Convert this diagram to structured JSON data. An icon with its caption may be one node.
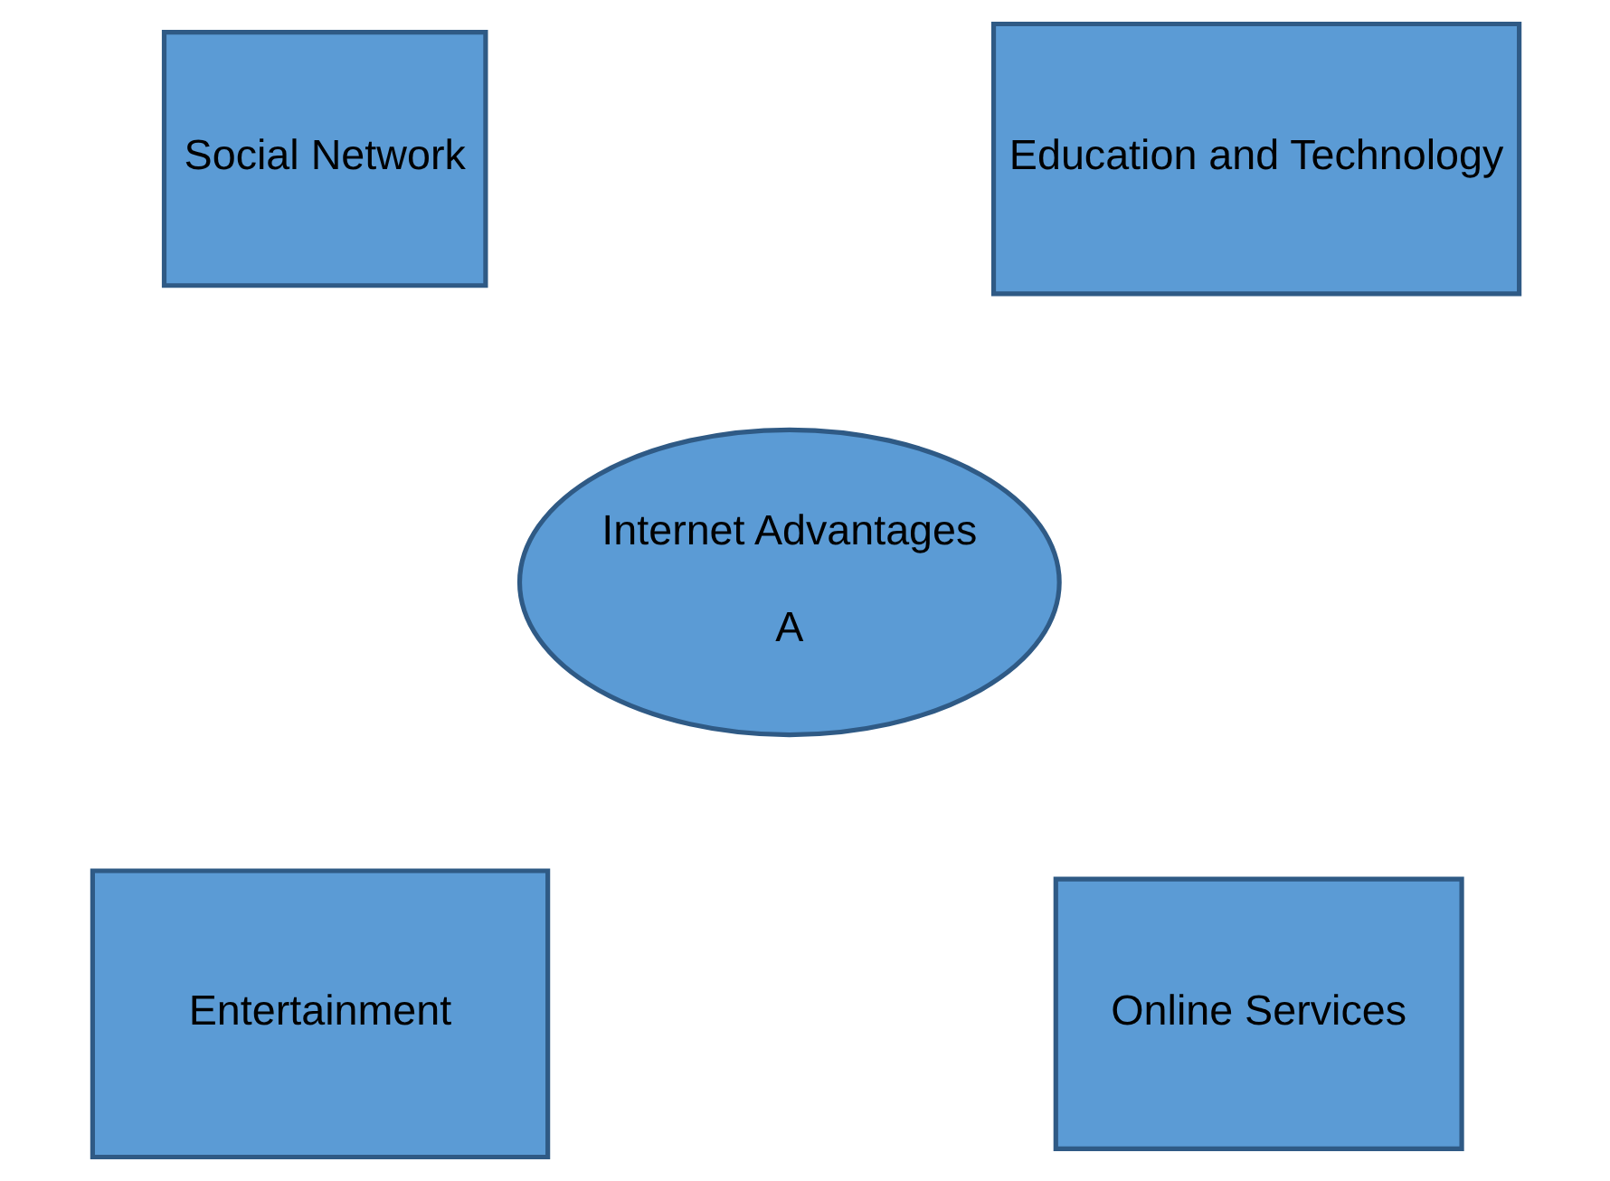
{
  "diagram": {
    "nodes": [
      {
        "text": [
          "Social Network"
        ]
      },
      {
        "text": [
          "Education and Technology"
        ]
      },
      {
        "text": [
          "Internet Advantages",
          "A"
        ]
      },
      {
        "text": [
          "Entertainment"
        ]
      },
      {
        "text": [
          "Online Services"
        ]
      }
    ]
  }
}
